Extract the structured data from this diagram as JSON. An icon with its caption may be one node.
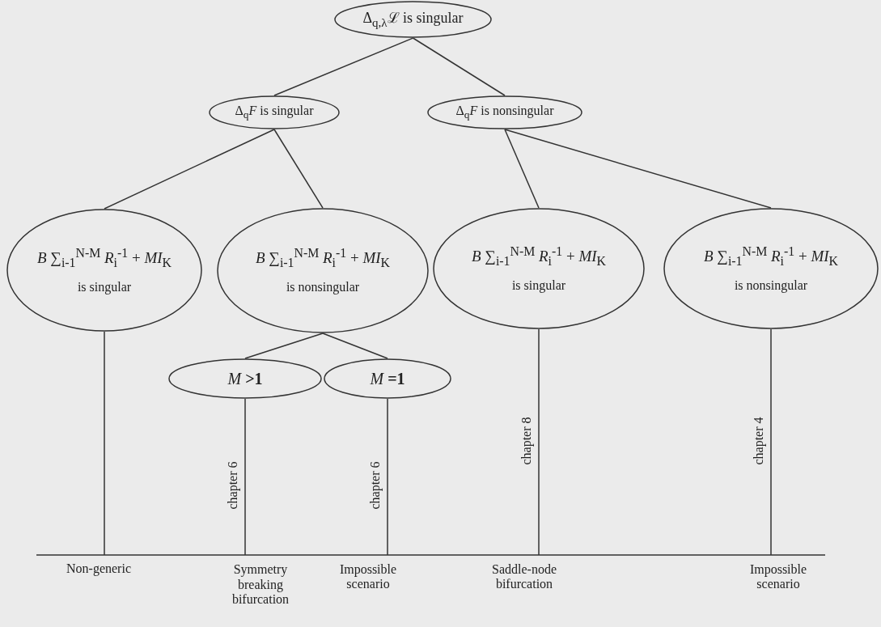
{
  "diagram": {
    "nodes": [
      {
        "text": [
          "Δ$_{q,λ}$ℒ is singular"
        ]
      },
      {
        "text": [
          "Δ$_{q}$*F* is singular"
        ]
      },
      {
        "text": [
          "Δ$_{q}$*F* is nonsingular"
        ]
      },
      {
        "text": [
          "*B* ∑$_{i-1}$$^{N-M}$ *R*$_{i}$$^{-1}$ + *MI*$_{K}$",
          "is singular"
        ]
      },
      {
        "text": [
          "*B* ∑$_{i-1}$$^{N-M}$ *R*$_{i}$$^{-1}$ + *MI*$_{K}$",
          "is nonsingular"
        ]
      },
      {
        "text": [
          "*B* ∑$_{i-1}$$^{N-M}$ *R*$_{i}$$^{-1}$ + *MI*$_{K}$",
          "is singular"
        ]
      },
      {
        "text": [
          "*B* ∑$_{i-1}$$^{N-M}$ *R*$_{i}$$^{-1}$ + *MI*$_{K}$",
          "is nonsingular"
        ]
      },
      {
        "text": [
          "*M* **>1**"
        ]
      },
      {
        "text": [
          "*M* **=1**"
        ]
      },
      {
        "text": [
          "Non-generic"
        ]
      },
      {
        "text": [
          "Symmetry breaking bifurcation"
        ]
      },
      {
        "text": [
          "Impossible scenario"
        ]
      },
      {
        "text": [
          "Saddle-node bifurcation"
        ]
      },
      {
        "text": [
          "Impossible scenario"
        ]
      }
    ],
    "edges": [
      {
        "from": 0,
        "to": 1,
        "arrow": "none"
      },
      {
        "from": 0,
        "to": 2,
        "arrow": "none"
      },
      {
        "from": 1,
        "to": 3,
        "arrow": "none"
      },
      {
        "from": 1,
        "to": 4,
        "arrow": "none"
      },
      {
        "from": 2,
        "to": 5,
        "arrow": "none"
      },
      {
        "from": 2,
        "to": 6,
        "arrow": "none"
      },
      {
        "from": 4,
        "to": 7,
        "arrow": "none"
      },
      {
        "from": 4,
        "to": 8,
        "arrow": "none"
      },
      {
        "from": 3,
        "to": 9,
        "arrow": "none"
      },
      {
        "from": 7,
        "to": 10,
        "arrow": "none",
        "label": "chapter 6"
      },
      {
        "from": 8,
        "to": 11,
        "arrow": "none",
        "label": "chapter 6"
      },
      {
        "from": 5,
        "to": 12,
        "arrow": "none",
        "label": "chapter 8"
      },
      {
        "from": 6,
        "to": 13,
        "arrow": "none",
        "label": "chapter 4"
      }
    ]
  }
}
